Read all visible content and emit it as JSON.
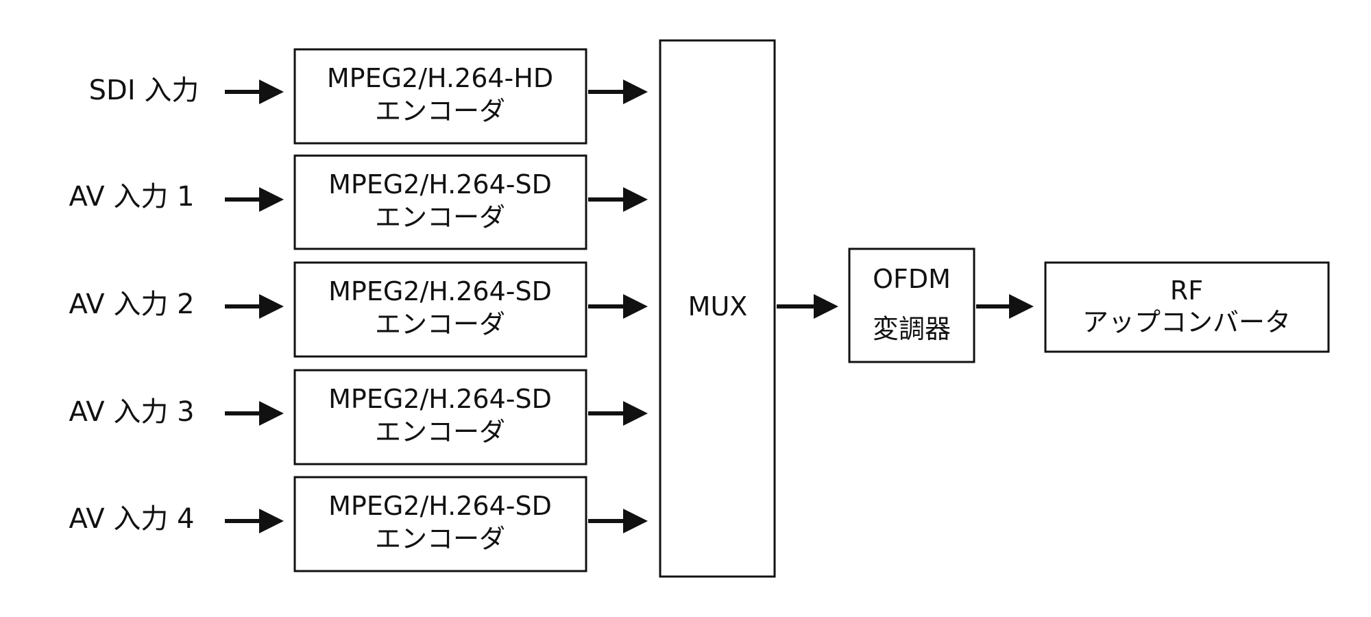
{
  "inputs": [
    {
      "label": "SDI 入力"
    },
    {
      "label": "AV 入力 1"
    },
    {
      "label": "AV 入力 2"
    },
    {
      "label": "AV 入力 3"
    },
    {
      "label": "AV 入力 4"
    }
  ],
  "encoders": [
    {
      "line1": "MPEG2/H.264-HD",
      "line2": "エンコーダ"
    },
    {
      "line1": "MPEG2/H.264-SD",
      "line2": "エンコーダ"
    },
    {
      "line1": "MPEG2/H.264-SD",
      "line2": "エンコーダ"
    },
    {
      "line1": "MPEG2/H.264-SD",
      "line2": "エンコーダ"
    },
    {
      "line1": "MPEG2/H.264-SD",
      "line2": "エンコーダ"
    }
  ],
  "mux": {
    "label": "MUX"
  },
  "modulator": {
    "line1": "OFDM",
    "line2": "変調器"
  },
  "upconverter": {
    "line1": "RF",
    "line2": "アップコンバータ"
  }
}
